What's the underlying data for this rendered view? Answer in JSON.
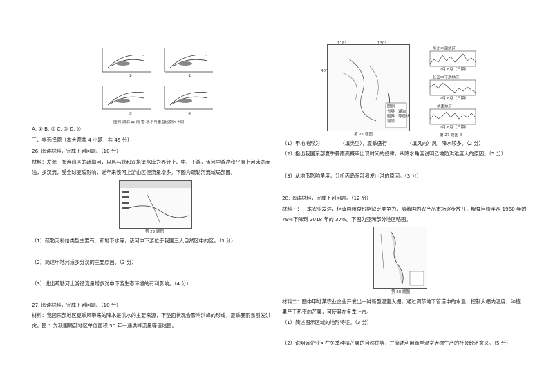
{
  "left": {
    "fig_top_labels": [
      "①",
      "②",
      "③",
      "④"
    ],
    "fig_top_caption": "图例  湖泊  云  雨  雪  水平与垂直比例尺不同",
    "options": "A. ①   B. ②   C. ③   D. ④",
    "section3": "三、非选择题（本大题共 4 小题，共 45 分）",
    "q26_title": "26. 阅读材料，完成下列问题。（10 分）",
    "q26_m1": "材料：发源于祁连山区的疏勒河，以昌马峡和双塔堡水库为界分上、中、下游，该河中游冲积平原上河床宽而",
    "q26_m2": "浅，多汊流，受全球变暖影响，近年来该河上游山区径流量增多。下图为疏勒河流域局部图。",
    "q26_fig_caption": "第 26 题图",
    "q26_1": "（1）疏勒河补给类型主要有、和地下水等，该河中下游位于我国三大自然区中的区。（3 分）",
    "q26_2": "（2）简述甲地河道多分汊的主要原因。（3 分）",
    "q26_3": "（3）说出疏勒河上游径流量增多对中下游生态环境的有利影响。（4 分）",
    "q27_title": "27. 阅读材料，完成下列问题。（10 分）",
    "q27_m1": "材料：我国东部地区夏季风带来的降水是洪水的主要来源，下垫面状况会影响洪峰的形成，夏季暴雨易引发洪",
    "q27_m2": "灾。图 1 为我国局部地区单位面积 50 年一遇洪峰流量等值线图。"
  },
  "right": {
    "map_lon1": "118°",
    "map_lon2": "130°",
    "map_lat": "40°",
    "map_caption": "第 27 题图 1",
    "legend_title": "图例",
    "legend_items": [
      "省界",
      "国界",
      "河流",
      "湖泊",
      "等值线"
    ],
    "charts": [
      {
        "title": "华北丰润地区",
        "x_label": "7月    8月（日期）"
      },
      {
        "title": "长江中下游地区",
        "x_label": "7月    8月（日期）"
      },
      {
        "title": "华南地区",
        "x_label": "7月    8月（日期）"
      }
    ],
    "chart_caption": "第 27 题图 2",
    "q27_1": "（1）甲地地形为________（填类型），夏季盛行________（填风向）风，降水较多。（2 分）",
    "q27_2": "（2）指出我国东部夏季暴雨高概率出现时间的规律，从降水角度说明乙地防洪难度大的原因。（5 分）",
    "q27_3": "（3）从地形影响角度，分析丙岛东部易发山洪的原因。（3 分）",
    "q28_title": "28. 阅读材料，完成下列问题。（12 分）",
    "q28_m1": "材料一：日本农业发达，但该国粮食价格缺乏竞争力，随着国内农产品市场逐步放开，粮食自给率从 1960 年的",
    "q28_m2": "79%下降到 2018 年的 37%。下图为亚洲部分地区略图。",
    "q28_fig_caption": "第 28 题图",
    "q28_m3": "材料二：图中甲地某农业企业开发出一种新型温室大棚，通过调节地下管道中的水温，控制大棚内温度，种植",
    "q28_m4": "果产于热带的芒果，可使其在冬季上市。",
    "q28_1": "（1）简述图示区域的地形特征。（3 分）",
    "q28_2": "（2）说明该企业可在冬季种植芒果的自然优势，并简述利用新型温室大棚生产的社会经济意义。（5 分）"
  }
}
